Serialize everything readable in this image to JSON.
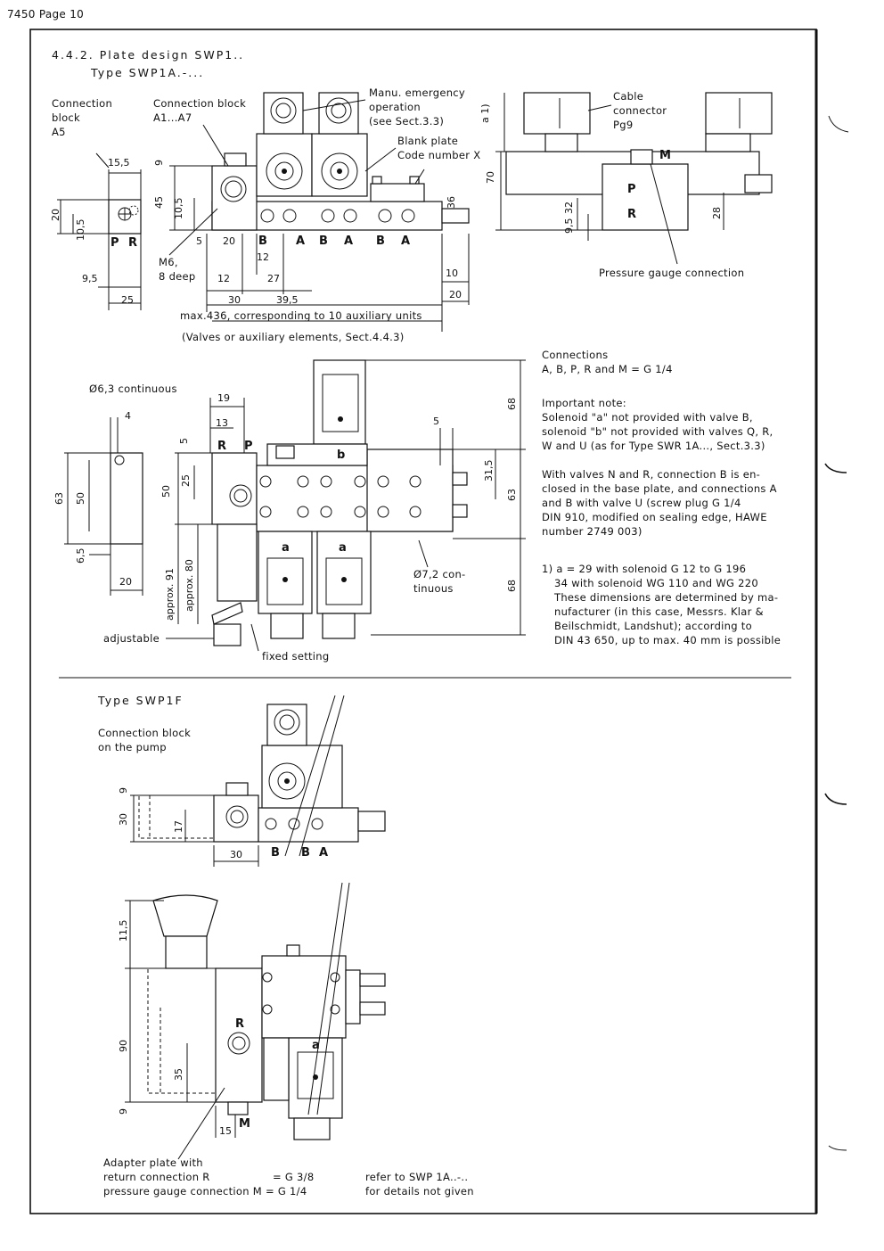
{
  "header": {
    "page_label": "7450  Page 10"
  },
  "section": {
    "title": "4.4.2. Plate design SWP1..",
    "type_a": "Type SWP1A.-..."
  },
  "top": {
    "conn_block_a5": "Connection\nblock\nA5",
    "conn_block_a17": "Connection block\nA1...A7",
    "manu": "Manu. emergency\noperation\n(see Sect.3.3)",
    "blank_plate": "Blank plate\nCode number X",
    "m6": "M6,\n8 deep",
    "max436": "max.436, corresponding to 10 auxiliary units",
    "valves_aux": "(Valves or auxiliary elements, Sect.4.4.3)",
    "cable_connector": "Cable\nconnector\nPg9",
    "pressure_gauge": "Pressure gauge connection",
    "port_labels": [
      "B",
      "A",
      "B",
      "A",
      "B",
      "A"
    ],
    "pr": [
      "P",
      "R"
    ],
    "side_ports": {
      "m": "M",
      "p": "P",
      "r": "R"
    },
    "dims": {
      "d15_5": "15,5",
      "d20": "20",
      "d10_5": "10,5",
      "d9_5": "9,5",
      "d25": "25",
      "d9": "9",
      "d45": "45",
      "d10_5b": "10,5",
      "d5": "5",
      "d20b": "20",
      "d12": "12",
      "d12b": "12",
      "d27": "27",
      "d30": "30",
      "d39_5": "39,5",
      "d36": "36",
      "d10": "10",
      "d20c": "20",
      "a1": "a 1)",
      "d70": "70",
      "d32": "32",
      "d9_5b": "9,5",
      "d28": "28"
    }
  },
  "middle": {
    "phi63": "Ø6,3 continuous",
    "connections": "Connections\nA, B, P, R and M = G 1/4",
    "important": "Important note:\nSolenoid \"a\" not provided with valve B,\nsolenoid \"b\" not provided with valves Q, R,\nW and U (as for Type SWR 1A..., Sect.3.3)",
    "valves_nr": "With valves N and R, connection B is en-\nclosed in the base plate, and connections A\nand B with valve U (screw plug G 1/4\nDIN 910, modified on sealing edge, HAWE\nnumber 2749 003)",
    "footnote_head": "1) a = 29 with solenoid   G 12 to G 196",
    "footnote_body": "34 with solenoid  WG 110 and WG 220\nThese dimensions are determined by ma-\nnufacturer (in this case, Messrs. Klar &\nBeilschmidt, Landshut); according to\nDIN 43 650, up to max. 40 mm is possible",
    "phi72": "Ø7,2 con-\ntinuous",
    "adjustable": "adjustable",
    "fixed": "fixed setting",
    "approx91": "approx. 91",
    "approx80": "approx. 80",
    "rp": [
      "R",
      "P"
    ],
    "sol_a": "a",
    "sol_b": "b",
    "dims": {
      "d4": "4",
      "d63": "63",
      "d50": "50",
      "d6_5": "6,5",
      "d20": "20",
      "d19": "19",
      "d13": "13",
      "d5": "5",
      "d25": "25",
      "d50b": "50",
      "d68": "68",
      "d5b": "5",
      "d31_5": "31,5",
      "d63b": "63",
      "d68b": "68"
    }
  },
  "bottom": {
    "type_f": "Type SWP1F",
    "conn_pump": "Connection block\non the pump",
    "adapter": "Adapter plate with\nreturn connection R\npressure gauge connection M = G 1/4",
    "g38": "= G 3/8",
    "refer": "refer to SWP 1A..-..\nfor details not given",
    "ports": [
      "B",
      "B",
      "A"
    ],
    "r": "R",
    "m": "M",
    "sol_a": "a",
    "dims": {
      "d9": "9",
      "d30": "30",
      "d17": "17",
      "d30b": "30",
      "d11_5": "11,5",
      "d90": "90",
      "d35": "35",
      "d9b": "9",
      "d15": "15"
    }
  }
}
